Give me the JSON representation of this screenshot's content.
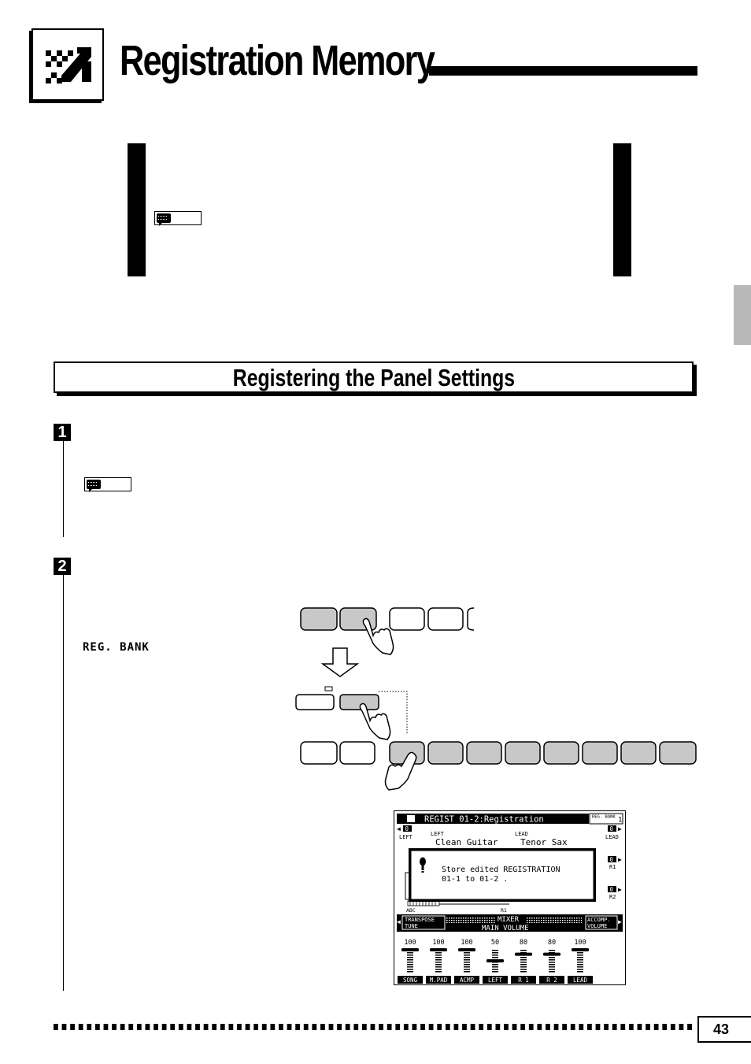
{
  "header": {
    "title": "Registration Memory",
    "icon": "registration-icon"
  },
  "section": {
    "title": "Registering the Panel Settings"
  },
  "steps": [
    {
      "number": "1"
    },
    {
      "number": "2",
      "panel_label": "REG. BANK"
    }
  ],
  "icons": {
    "note": "note-speech-bubble-icon",
    "down_arrow": "down-arrow-icon",
    "hand": "hand-pressing-icon"
  },
  "display": {
    "header_title": "REGIST 01-2:Registration",
    "bank_label": "REG. BANK",
    "bank_value": "1",
    "left_label": "LEFT",
    "lead_label": "LEAD",
    "left_voice": "Clean Guitar",
    "lead_voice": "Tenor Sax",
    "left_side_value": "0",
    "left_side_label": "LEFT",
    "right_items": [
      {
        "value": "0",
        "label": "LEAD"
      },
      {
        "value": "0",
        "label": "R1"
      },
      {
        "value": "0",
        "label": "R2"
      }
    ],
    "message_line1": "Store edited REGISTRATION",
    "message_line2": "01-1 to 01-2 .",
    "keyboard_labels": [
      "ABC",
      "R1"
    ],
    "tab_left": [
      "TRANSPOSE",
      "TUNE"
    ],
    "tab_center": [
      "MIXER",
      "MAIN VOLUME"
    ],
    "tab_right": [
      "ACCOMP.",
      "VOLUME"
    ],
    "mixer": [
      {
        "name": "SONG",
        "value": "100",
        "level": 1.0
      },
      {
        "name": "M.PAD",
        "value": "100",
        "level": 1.0
      },
      {
        "name": "ACMP",
        "value": "100",
        "level": 1.0
      },
      {
        "name": "LEFT",
        "value": "50",
        "level": 0.5
      },
      {
        "name": "R 1",
        "value": "80",
        "level": 0.8
      },
      {
        "name": "R 2",
        "value": "80",
        "level": 0.8
      },
      {
        "name": "LEAD",
        "value": "100",
        "level": 1.0
      }
    ]
  },
  "footer": {
    "page_number": "43"
  },
  "colors": {
    "button_gray": "#c8c8c8",
    "side_tab_gray": "#b8b8b8",
    "ink": "#000000"
  }
}
